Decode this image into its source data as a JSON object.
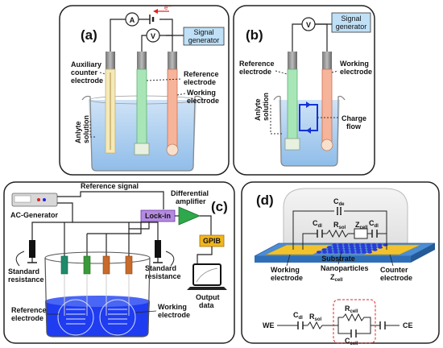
{
  "panels": {
    "a": {
      "tag": "(a)",
      "ammeter": "A",
      "voltmeter": "V",
      "electron": "e⁻",
      "signal_generator": "Signal generator",
      "auxiliary_counter_electrode": "Auxiliary counter electrode",
      "reference_electrode": "Reference electrode",
      "working_electrode": "Working electrode",
      "analyte_solution": "Anlyte solution"
    },
    "b": {
      "tag": "(b)",
      "voltmeter": "V",
      "signal_generator": "Signal generator",
      "reference_electrode": "Reference electrode",
      "working_electrode": "Working electrode",
      "analyte_solution": "Anlyte solution",
      "charge_flow": "Charge flow"
    },
    "c": {
      "tag": "(c)",
      "reference_signal": "Reference signal",
      "ac_generator": "AC-Generator",
      "lock_in": "Lock-in",
      "differential_amplifier": "Differential amplifier",
      "gpib": "GPIB",
      "standard_resistance_left": "Standard resistance",
      "standard_resistance_right": "Standard resistance",
      "output_data": "Output data",
      "reference_electrode": "Reference electrode",
      "working_electrode": "Working electrode"
    },
    "d": {
      "tag": "(d)",
      "c_de": "Cde",
      "c_dl_left": "Cdl",
      "r_sol": "Rsol",
      "z_cell": "Zcell",
      "c_dl_right": "Cdl",
      "substrate": "Substrate",
      "working_electrode": "Working electrode",
      "nanoparticles": "Nanoparticles",
      "z_cell_bottom": "Zcell",
      "counter_electrode": "Counter electrode",
      "we": "WE",
      "ce": "CE",
      "c_dl_eq": "Cdl",
      "r_sol_eq": "Rsol",
      "r_cell_eq": "Rcell",
      "c_cell_eq": "Ccell"
    }
  },
  "colors": {
    "solution": "#a9cdf0",
    "signal_box": "#bfe0f7",
    "lock_in": "#b48be0",
    "amplifier": "#2ea84a",
    "gpib": "#f2b51c",
    "beaker_c": "#1f3cf0",
    "substrate": "#4a8dd6",
    "electrode_strip": "#f2c22c",
    "nanoparticle": "#2a3ad8"
  }
}
